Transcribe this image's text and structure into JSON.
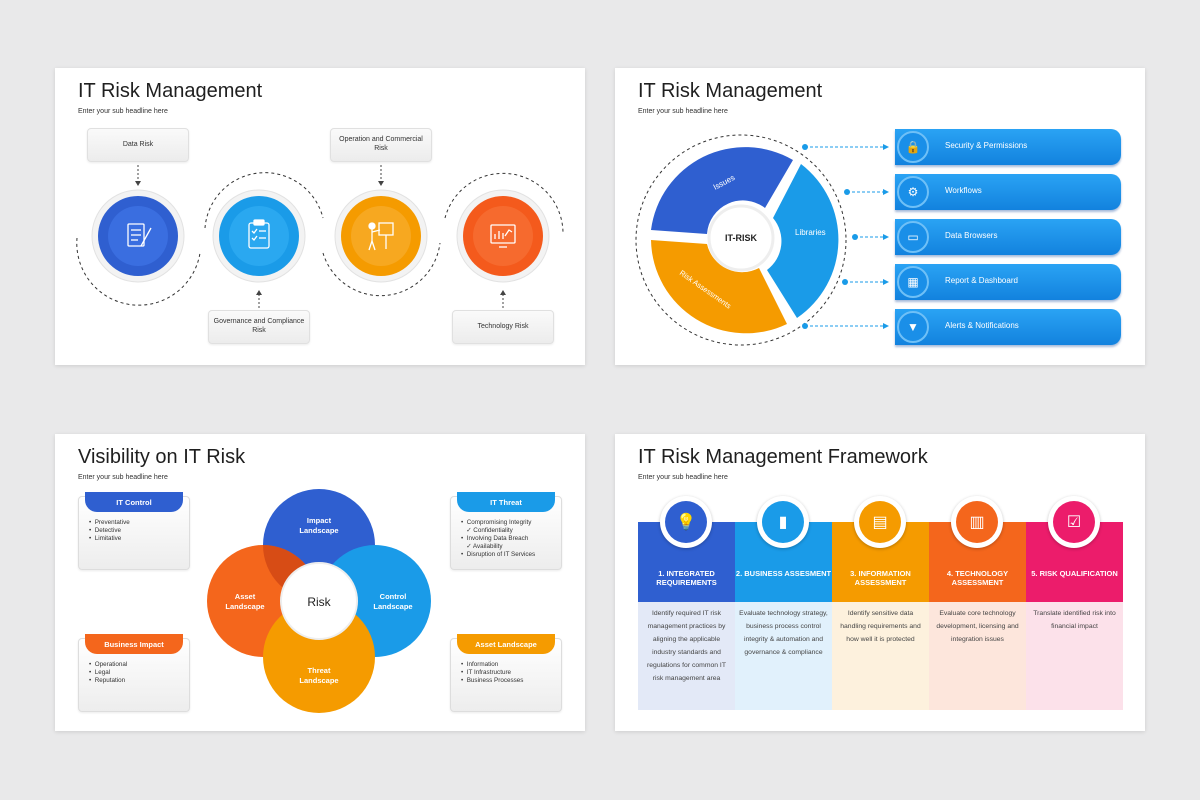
{
  "slide1": {
    "title": "IT Risk Management",
    "subtitle": "Enter your sub headline here",
    "cards": {
      "data_risk": "Data Risk",
      "operation": "Operation and Commercial Risk",
      "governance": "Governance and Compliance Risk",
      "technology": "Technology Risk"
    },
    "colors": {
      "c1": "#2f5fd0",
      "c2": "#1a9be8",
      "c3": "#f59b00",
      "c4": "#f45a1c"
    },
    "icons": [
      "document-pen-icon",
      "clipboard-checklist-icon",
      "presenter-board-icon",
      "chart-monitor-icon"
    ]
  },
  "slide2": {
    "title": "IT Risk Management",
    "subtitle": "Enter your sub headline here",
    "center": "IT-RISK",
    "segments": {
      "issues": "Issues",
      "libraries": "Libraries",
      "assessments": "Risk Assessments"
    },
    "bars": [
      {
        "label": "Security & Permissions",
        "icon": "lock-icon"
      },
      {
        "label": "Workflows",
        "icon": "workflow-icon"
      },
      {
        "label": "Data Browsers",
        "icon": "monitor-chart-icon"
      },
      {
        "label": "Report & Dashboard",
        "icon": "dashboard-icon"
      },
      {
        "label": "Alerts & Notifications",
        "icon": "funnel-icon"
      }
    ]
  },
  "slide3": {
    "title": "Visibility on IT Risk",
    "subtitle": "Enter your sub headline here",
    "center": "Risk",
    "petals": {
      "impact": "Impact Landscape",
      "asset": "Asset Landscape",
      "control": "Control Landscape",
      "threat": "Threat Landscape"
    },
    "boxes": {
      "it_control": {
        "title": "IT Control",
        "items": [
          "Preventative",
          "Detective",
          "Limitative"
        ]
      },
      "it_threat": {
        "title": "IT Threat",
        "items": [
          "Compromising Integrity",
          "✓ Confidentiality",
          "Involving Data Breach",
          "✓ Availability",
          "Disruption of IT Services"
        ]
      },
      "business_impact": {
        "title": "Business Impact",
        "items": [
          "Operational",
          "Legal",
          "Reputation"
        ]
      },
      "asset_landscape": {
        "title": "Asset Landscape",
        "items": [
          "Information",
          "IT Infrastructure",
          "Business Processes"
        ]
      }
    }
  },
  "slide4": {
    "title": "IT Risk Management Framework",
    "subtitle": "Enter your sub headline here",
    "columns": [
      {
        "title": "1. INTEGRATED REQUIREMENTS",
        "desc": "Identify required IT risk management practices by aligning the applicable industry standards and regulations for common IT risk management area",
        "color": "#2f5fd0",
        "tint": "#e3e9f7",
        "icon": "lightbulb-document-icon"
      },
      {
        "title": "2. BUSINESS ASSESMENT",
        "desc": "Evaluate technology strategy, business process control integrity & automation and governance & compliance",
        "color": "#1a9be8",
        "tint": "#e1f1fc",
        "icon": "bar-chart-icon"
      },
      {
        "title": "3. INFORMATION ASSESSMENT",
        "desc": "Identify sensitive data handling requirements and how well it is protected",
        "color": "#f59b00",
        "tint": "#fdf1dd",
        "icon": "presentation-chart-icon"
      },
      {
        "title": "4. TECHNOLOGY ASSESSMENT",
        "desc": "Evaluate core technology development, licensing and integration issues",
        "color": "#f4661c",
        "tint": "#fde6dc",
        "icon": "report-chart-icon"
      },
      {
        "title": "5. RISK QUALIFICATION",
        "desc": "Translate identified risk into financial impact",
        "color": "#ec1c6b",
        "tint": "#fce1ea",
        "icon": "checklist-icon"
      }
    ]
  }
}
